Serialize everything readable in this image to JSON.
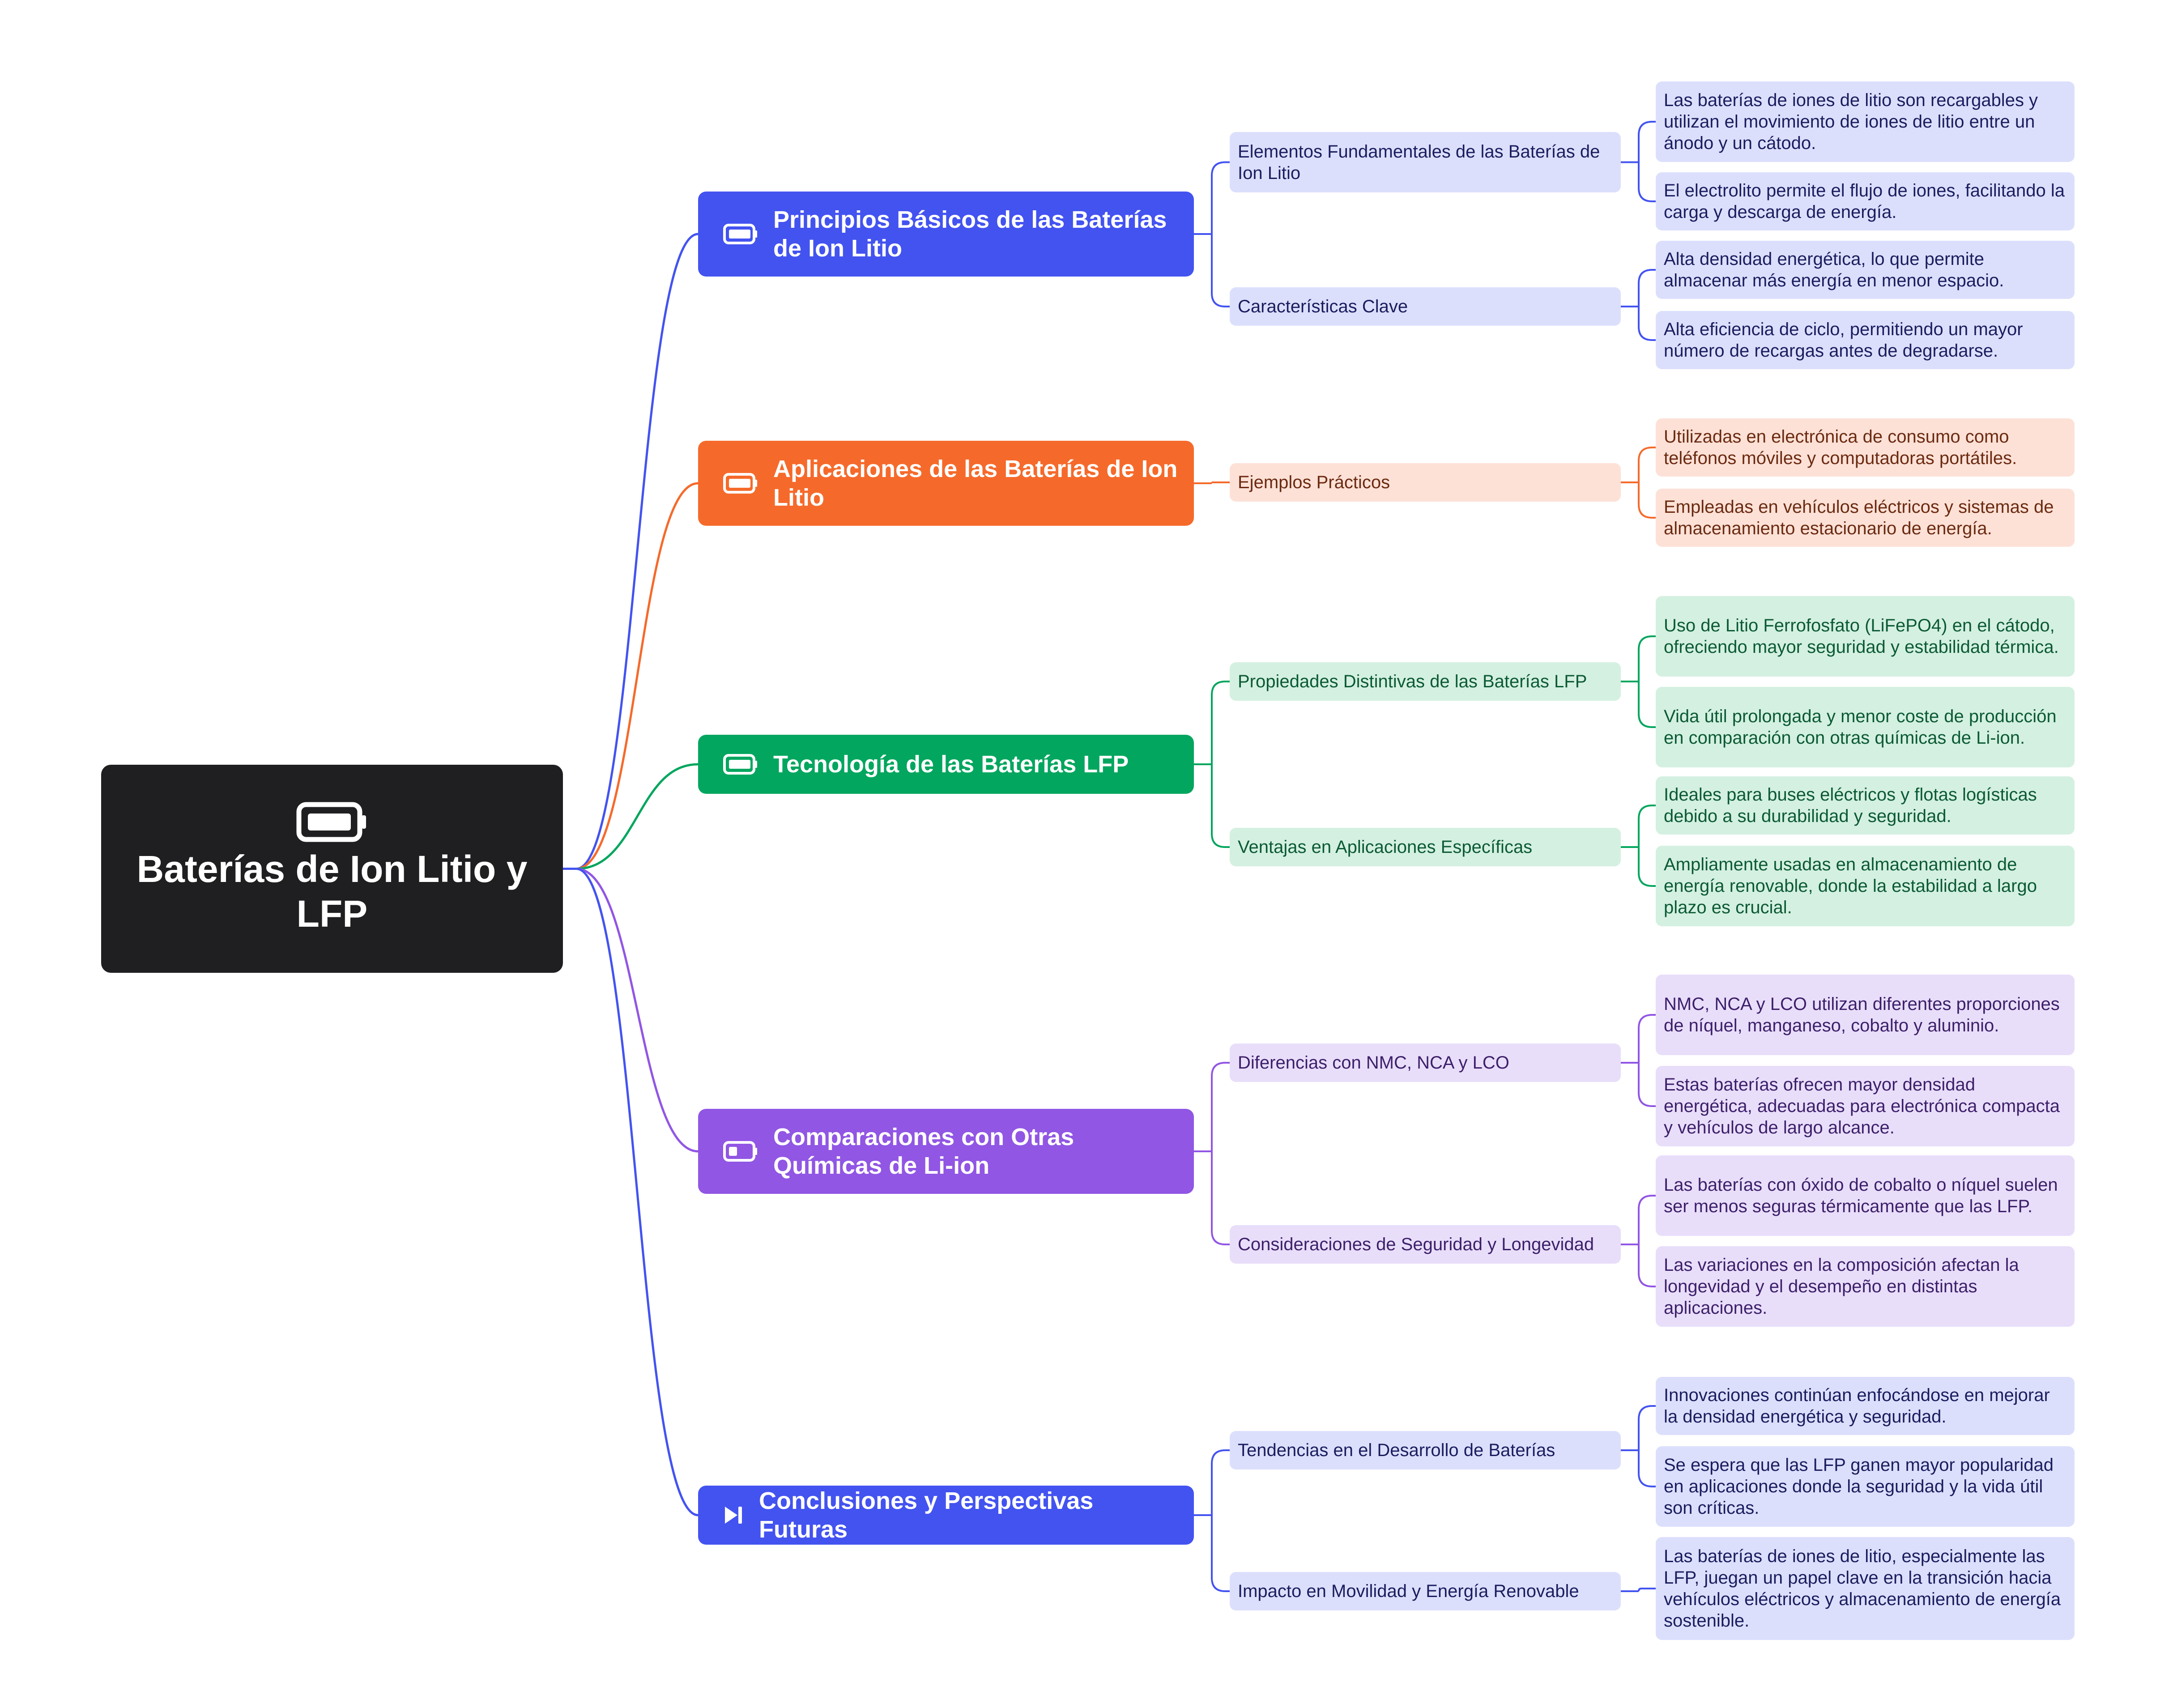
{
  "root": {
    "title": "Baterías de Ion Litio y LFP",
    "icon": "battery-full-icon"
  },
  "colors": {
    "root_bg": "#1f1f22",
    "blue": "#4353f0",
    "blue_light": "#dcdffc",
    "blue_text": "#1a1d5e",
    "orange": "#f56a2b",
    "orange_light": "#fde1d7",
    "orange_text": "#6b2a10",
    "green": "#02a65e",
    "green_light": "#d4f0e1",
    "green_text": "#0b5a34",
    "purple": "#9156e4",
    "purple_light": "#e8defa",
    "purple_text": "#3d1f6a"
  },
  "branches": [
    {
      "label": "Principios Básicos de las Baterías de Ion Litio",
      "icon": "battery-full-icon",
      "theme": "blue",
      "subs": [
        {
          "label": "Elementos Fundamentales de las Baterías de Ion Litio",
          "leaves": [
            "Las baterías de iones de litio son recargables y utilizan el movimiento de iones de litio entre un ánodo y un cátodo.",
            "El electrolito permite el flujo de iones, facilitando la carga y descarga de energía."
          ]
        },
        {
          "label": "Características Clave",
          "leaves": [
            "Alta densidad energética, lo que permite almacenar más energía en menor espacio.",
            "Alta eficiencia de ciclo, permitiendo un mayor número de recargas antes de degradarse."
          ]
        }
      ]
    },
    {
      "label": "Aplicaciones de las Baterías de Ion Litio",
      "icon": "battery-full-icon",
      "theme": "orange",
      "subs": [
        {
          "label": "Ejemplos Prácticos",
          "leaves": [
            "Utilizadas en electrónica de consumo como teléfonos móviles y computadoras portátiles.",
            "Empleadas en vehículos eléctricos y sistemas de almacenamiento estacionario de energía."
          ]
        }
      ]
    },
    {
      "label": "Tecnología de las Baterías LFP",
      "icon": "battery-full-icon",
      "theme": "green",
      "subs": [
        {
          "label": "Propiedades Distintivas de las Baterías LFP",
          "leaves": [
            "Uso de Litio Ferrofosfato (LiFePO4) en el cátodo, ofreciendo mayor seguridad y estabilidad térmica.",
            "Vida útil prolongada y menor coste de producción en comparación con otras químicas de Li-ion."
          ]
        },
        {
          "label": "Ventajas en Aplicaciones Específicas",
          "leaves": [
            "Ideales para buses eléctricos y flotas logísticas debido a su durabilidad y seguridad.",
            "Ampliamente usadas en almacenamiento de energía renovable, donde la estabilidad a largo plazo es crucial."
          ]
        }
      ]
    },
    {
      "label": "Comparaciones con Otras Químicas de Li-ion",
      "icon": "battery-low-icon",
      "theme": "purple",
      "subs": [
        {
          "label": "Diferencias con NMC, NCA y LCO",
          "leaves": [
            "NMC, NCA y LCO utilizan diferentes proporciones de níquel, manganeso, cobalto y aluminio.",
            "Estas baterías ofrecen mayor densidad energética, adecuadas para electrónica compacta y vehículos de largo alcance."
          ]
        },
        {
          "label": "Consideraciones de Seguridad y Longevidad",
          "leaves": [
            "Las baterías con óxido de cobalto o níquel suelen ser menos seguras térmicamente que las LFP.",
            "Las variaciones en la composición afectan la longevidad y el desempeño en distintas aplicaciones."
          ]
        }
      ]
    },
    {
      "label": "Conclusiones y Perspectivas Futuras",
      "icon": "skip-forward-icon",
      "theme": "blue",
      "subs": [
        {
          "label": "Tendencias en el Desarrollo de Baterías",
          "leaves": [
            "Innovaciones continúan enfocándose en mejorar la densidad energética y seguridad.",
            "Se espera que las LFP ganen mayor popularidad en aplicaciones donde la seguridad y la vida útil son críticas."
          ]
        },
        {
          "label": "Impacto en Movilidad y Energía Renovable",
          "leaves": [
            "Las baterías de iones de litio, especialmente las LFP, juegan un papel clave en la transición hacia vehículos eléctricos y almacenamiento de energía sostenible."
          ]
        }
      ]
    }
  ]
}
